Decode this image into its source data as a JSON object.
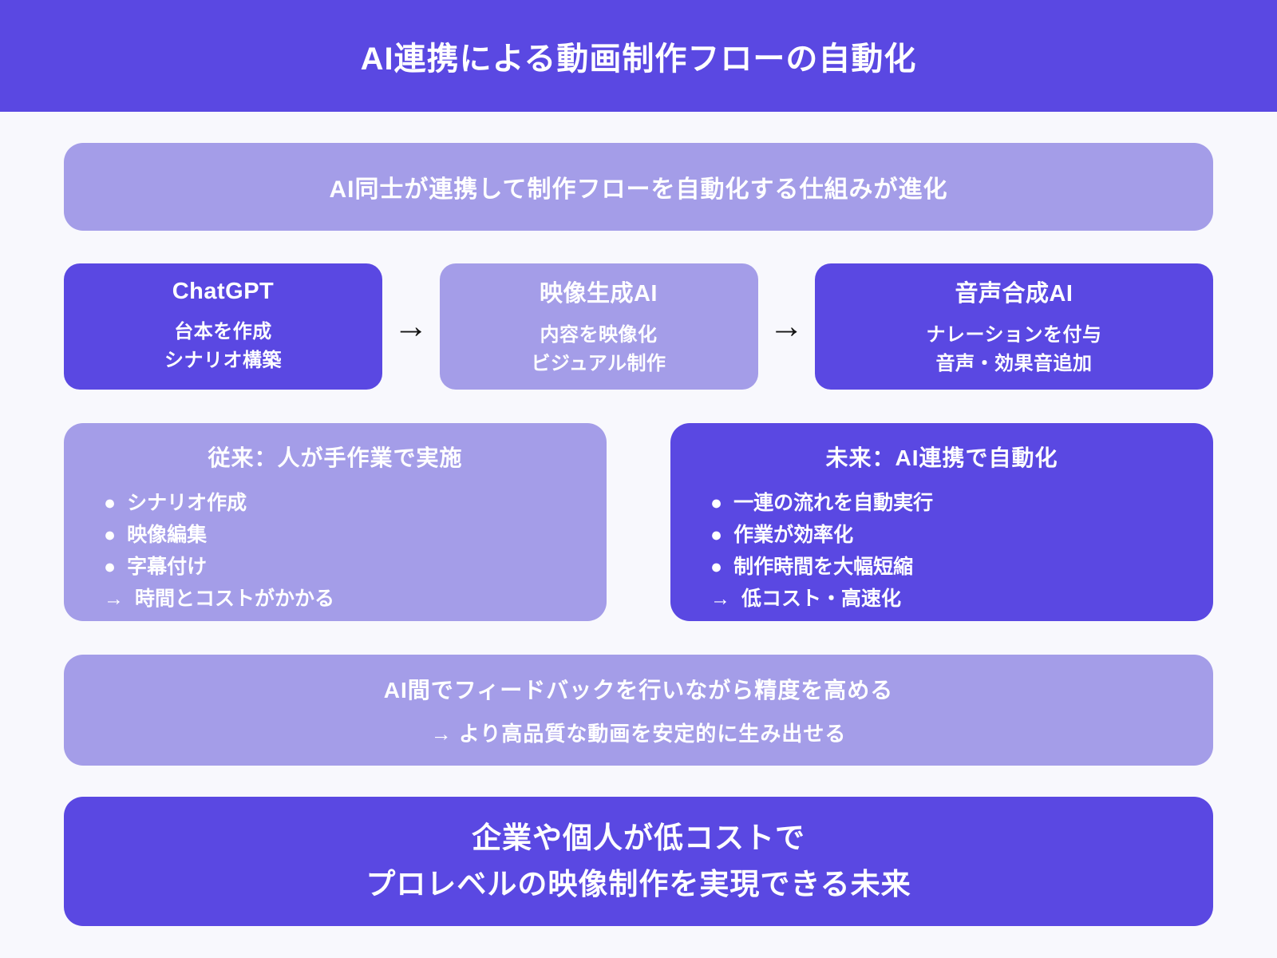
{
  "page": {
    "title": "AI連携による動画制作フローの自動化"
  },
  "intro_banner": {
    "text": "AI同士が連携して制作フローを自動化する仕組みが進化"
  },
  "flow": {
    "arrow": "→",
    "steps": [
      {
        "title": "ChatGPT",
        "lines": [
          "台本を作成",
          "シナリオ構築"
        ],
        "variant": "dark"
      },
      {
        "title": "映像生成AI",
        "lines": [
          "内容を映像化",
          "ビジュアル制作"
        ],
        "variant": "light"
      },
      {
        "title": "音声合成AI",
        "lines": [
          "ナレーションを付与",
          "音声・効果音追加"
        ],
        "variant": "dark"
      }
    ]
  },
  "comparison": {
    "before": {
      "title": "従来：人が手作業で実施",
      "items": [
        {
          "marker": "●",
          "text": "シナリオ作成"
        },
        {
          "marker": "●",
          "text": "映像編集"
        },
        {
          "marker": "●",
          "text": "字幕付け"
        },
        {
          "marker": "→",
          "text": "時間とコストがかかる"
        }
      ]
    },
    "after": {
      "title": "未来：AI連携で自動化",
      "items": [
        {
          "marker": "●",
          "text": "一連の流れを自動実行"
        },
        {
          "marker": "●",
          "text": "作業が効率化"
        },
        {
          "marker": "●",
          "text": "制作時間を大幅短縮"
        },
        {
          "marker": "→",
          "text": "低コスト・高速化"
        }
      ]
    }
  },
  "feedback_banner": {
    "line1": "AI間でフィードバックを行いながら精度を高める",
    "line2": "→ より高品質な動画を安定的に生み出せる"
  },
  "outcome_banner": {
    "line1": "企業や個人が低コストで",
    "line2": "プロレベルの映像制作を実現できる未来"
  },
  "colors": {
    "primary_purple": "#5A48E2",
    "light_purple": "#A49DE8",
    "background": "#F8F8FD",
    "text_on_purple": "#FFFFFF",
    "arrow_black": "#141414"
  }
}
